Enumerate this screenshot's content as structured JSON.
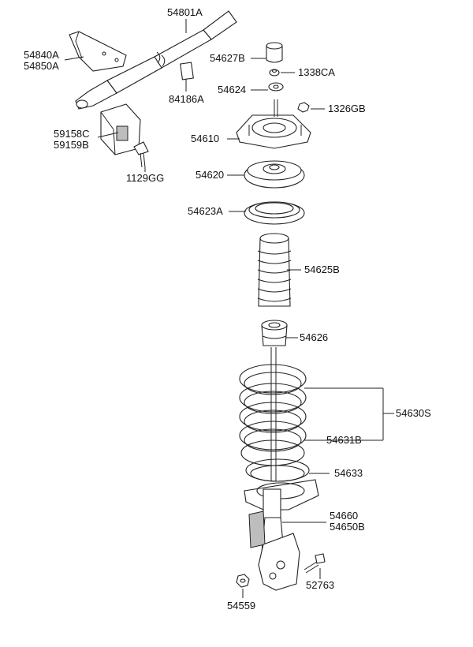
{
  "parts": {
    "p54801A": "54801A",
    "p54840A": "54840A",
    "p54850A": "54850A",
    "p84186A": "84186A",
    "p59158C": "59158C",
    "p59159B": "59159B",
    "p1129GG": "1129GG",
    "p54627B": "54627B",
    "p1338CA": "1338CA",
    "p54624": "54624",
    "p1326GB": "1326GB",
    "p54610": "54610",
    "p54620": "54620",
    "p54623A": "54623A",
    "p54625B": "54625B",
    "p54626": "54626",
    "p54630S": "54630S",
    "p54631B": "54631B",
    "p54633": "54633",
    "p54660": "54660",
    "p54650B": "54650B",
    "p52763": "52763",
    "p54559": "54559"
  }
}
